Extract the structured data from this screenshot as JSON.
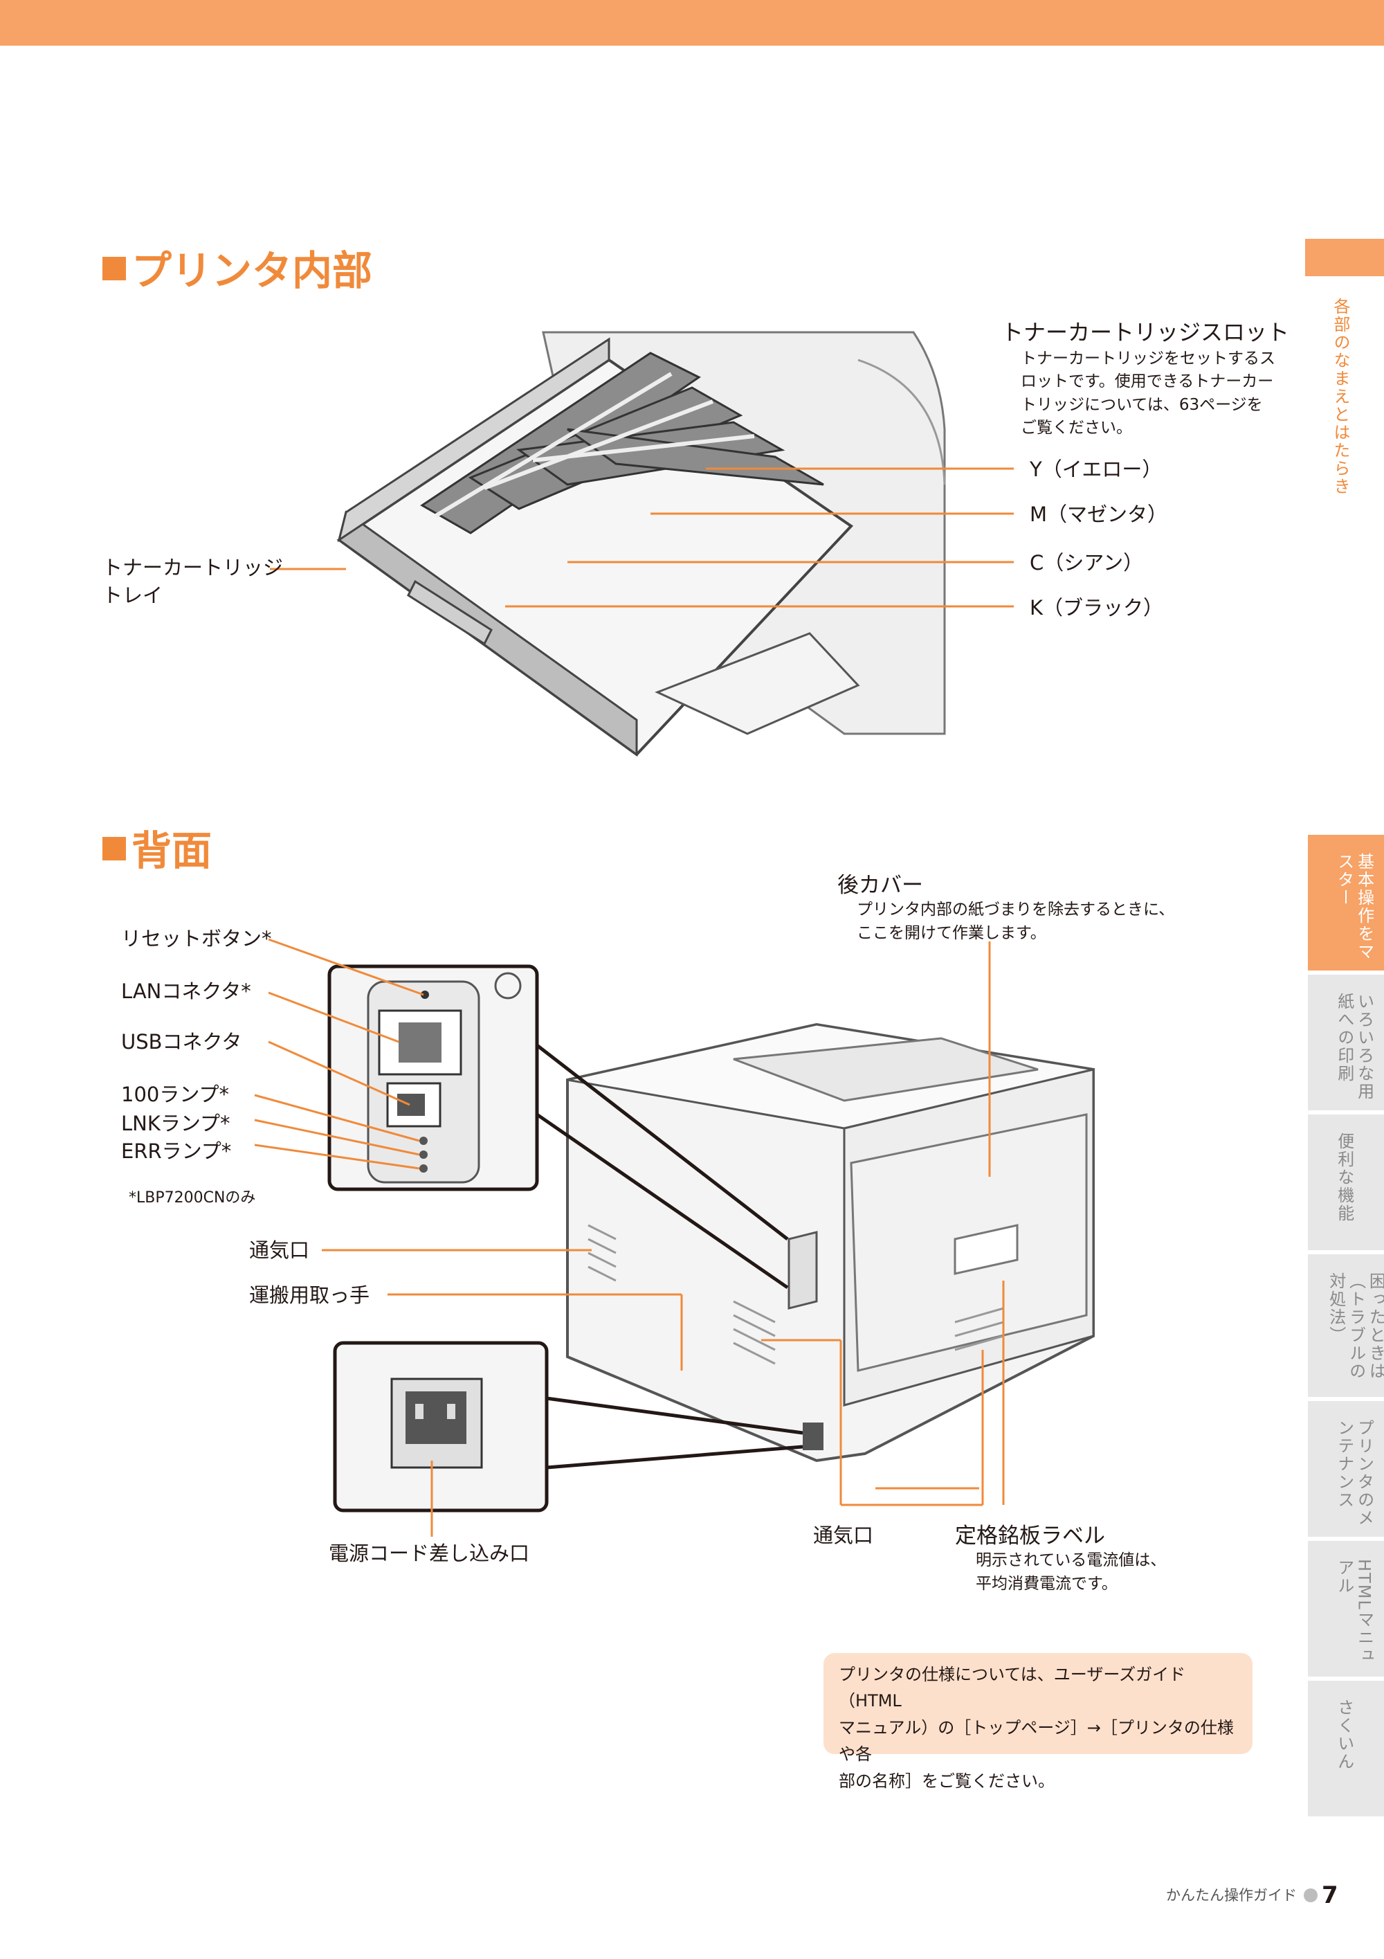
{
  "section_interior": {
    "title": "プリンタ内部",
    "slot_label": "トナーカートリッジスロット",
    "slot_desc": "トナーカートリッジをセットするスロットです。使用できるトナーカートリッジについては、63ページをご覧ください。",
    "y": "Y（イエロー）",
    "m": "M（マゼンタ）",
    "c": "C（シアン）",
    "k": "K（ブラック）",
    "tray_label_1": "トナーカートリッジ",
    "tray_label_2": "トレイ"
  },
  "section_back": {
    "title": "背面",
    "rear_cover_label": "後カバー",
    "rear_cover_desc_1": "プリンタ内部の紙づまりを除去するときに、",
    "rear_cover_desc_2": "ここを開けて作業します。",
    "reset_button": "リセットボタン*",
    "lan_connector": "LANコネクタ*",
    "usb_connector": "USBコネクタ",
    "lamp_100": "100ランプ*",
    "lamp_lnk": "LNKランプ*",
    "lamp_err": "ERRランプ*",
    "footnote": "*LBP7200CNのみ",
    "vent_1": "通気口",
    "carry_handle": "運搬用取っ手",
    "power_socket": "電源コード差し込み口",
    "vent_2": "通気口",
    "rating_label": "定格銘板ラベル",
    "rating_desc_1": "明示されている電流値は、",
    "rating_desc_2": "平均消費電流です。"
  },
  "infobox": {
    "line1": "プリンタの仕様については、ユーザーズガイド（HTML",
    "line2": "マニュアル）の［トップページ］→［プリンタの仕様や各",
    "line3": "部の名称］をご覧ください。"
  },
  "sidebar": {
    "chapter_title": "各部のなまえとはたらき",
    "tabs": [
      {
        "label": "基本操作をマスター"
      },
      {
        "label": "いろいろな用紙への印刷"
      },
      {
        "label": "便利な機能"
      },
      {
        "label": "困ったときは（トラブルの対処法）"
      },
      {
        "label": "プリンタのメンテナンス"
      },
      {
        "label": "HTMLマニュアル"
      },
      {
        "label": "さくいん"
      }
    ]
  },
  "footer": {
    "guide": "かんたん操作ガイド",
    "page": "7"
  },
  "colors": {
    "accent": "#f08a3a",
    "bar": "#f7a266",
    "info_bg": "#fde0cc",
    "tab_bg": "#e7e7e7"
  }
}
